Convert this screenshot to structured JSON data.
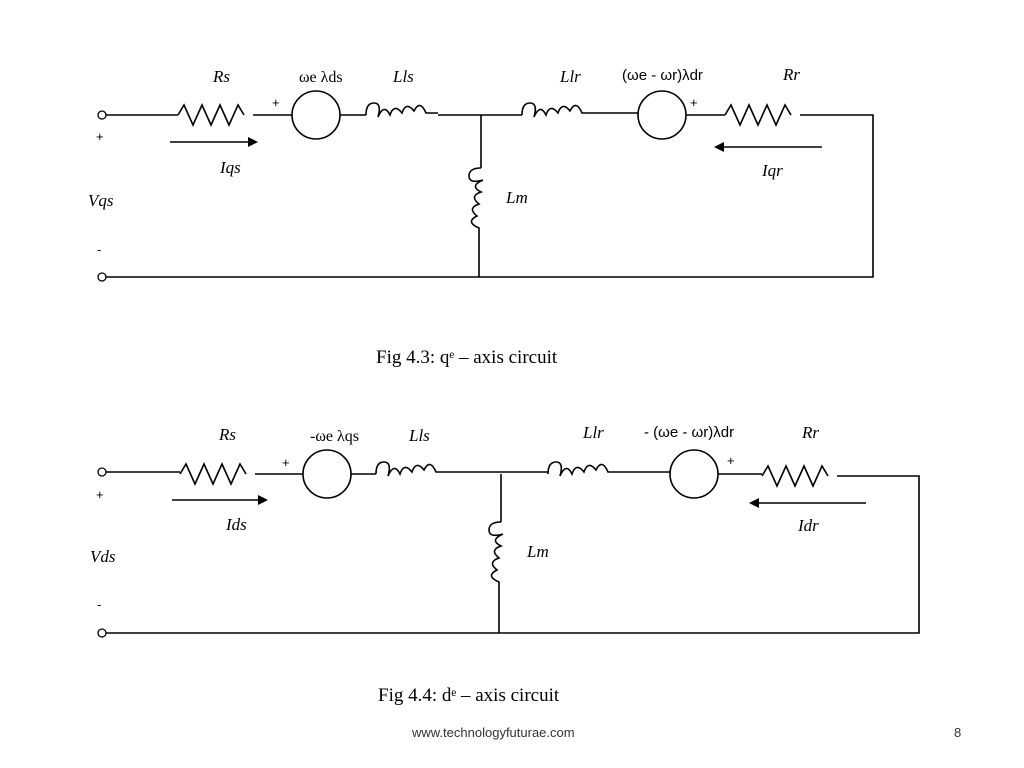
{
  "circuits": {
    "q": {
      "labels": {
        "Rs": "Rs",
        "source1": "ωe λds",
        "Lls": "Lls",
        "Llr": "Llr",
        "source2": "(ωe - ωr)λdr",
        "Rr": "Rr",
        "Is": "Iqs",
        "Ir": "Iqr",
        "V": "Vqs",
        "Lm": "Lm",
        "plus": "+",
        "minus": "-"
      },
      "caption": "Fig 4.3: qᵉ – axis circuit"
    },
    "d": {
      "labels": {
        "Rs": "Rs",
        "source1": "-ωe λqs",
        "Lls": "Lls",
        "Llr": "Llr",
        "source2": "- (ωe - ωr)λdr",
        "Rr": "Rr",
        "Is": "Ids",
        "Ir": "Idr",
        "V": "Vds",
        "Lm": "Lm",
        "plus": "+",
        "minus": "-"
      },
      "caption": "Fig 4.4: dᵉ – axis circuit"
    }
  },
  "footer": {
    "url": "www.technologyfuturae.com",
    "page_number": "8"
  }
}
